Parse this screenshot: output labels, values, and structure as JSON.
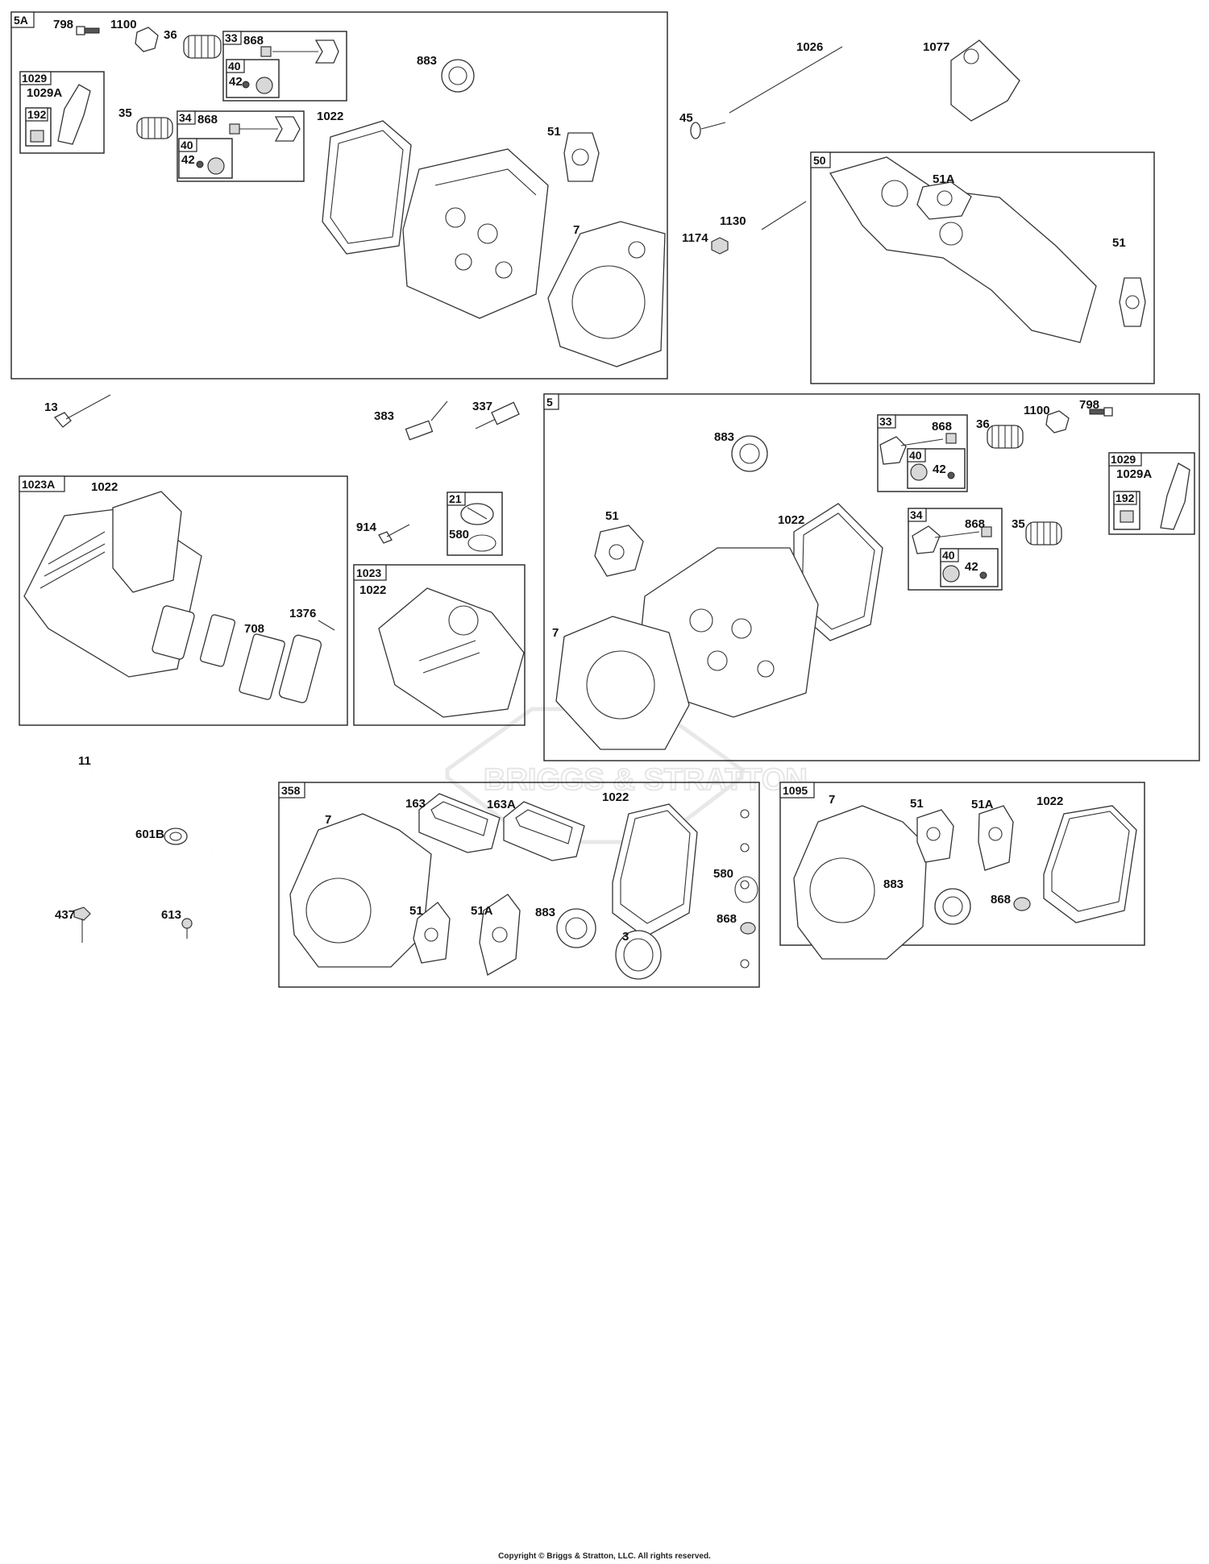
{
  "watermark": "BRIGGS & STRATTON",
  "copyright": "Copyright © Briggs & Stratton, LLC. All rights reserved.",
  "boxes": {
    "b5a": "5A",
    "b1029a": "1029",
    "b192a": "192",
    "b33a": "33",
    "b40a": "40",
    "b34a": "34",
    "b40b": "40",
    "b50": "50",
    "b5": "5",
    "b33b": "33",
    "b40c": "40",
    "b34b": "34",
    "b40d": "40",
    "b1029b": "1029",
    "b192b": "192",
    "b1023a": "1023A",
    "b21": "21",
    "b1023": "1023",
    "b358": "358",
    "b1095": "1095"
  },
  "callouts": {
    "c798a": "798",
    "c1100a": "1100",
    "c36a": "36",
    "c868a": "868",
    "c42a": "42",
    "c1029Aa": "1029A",
    "c35a": "35",
    "c868b": "868",
    "c42b": "42",
    "c883a": "883",
    "c1022a": "1022",
    "c51a": "51",
    "c7a": "7",
    "c1026": "1026",
    "c1077": "1077",
    "c45": "45",
    "c51Aa": "51A",
    "c1130": "1130",
    "c1174": "1174",
    "c51b": "51",
    "c13": "13",
    "c383": "383",
    "c337": "337",
    "c883b": "883",
    "c868c": "868",
    "c36b": "36",
    "c1100b": "1100",
    "c798b": "798",
    "c42c": "42",
    "c1029Ab": "1029A",
    "c51c": "51",
    "c1022b": "1022",
    "c868d": "868",
    "c35b": "35",
    "c42d": "42",
    "c7b": "7",
    "c1022c": "1022",
    "c914": "914",
    "c580a": "580",
    "c708": "708",
    "c1376": "1376",
    "c1022d": "1022",
    "c11": "11",
    "c601B": "601B",
    "c437": "437",
    "c613": "613",
    "c7c": "7",
    "c163": "163",
    "c163A": "163A",
    "c1022e": "1022",
    "c580b": "580",
    "c868e": "868",
    "c51d": "51",
    "c51Ab": "51A",
    "c883c": "883",
    "c3": "3",
    "c7d": "7",
    "c51e": "51",
    "c51Ac": "51A",
    "c1022f": "1022",
    "c883d": "883",
    "c868f": "868"
  }
}
